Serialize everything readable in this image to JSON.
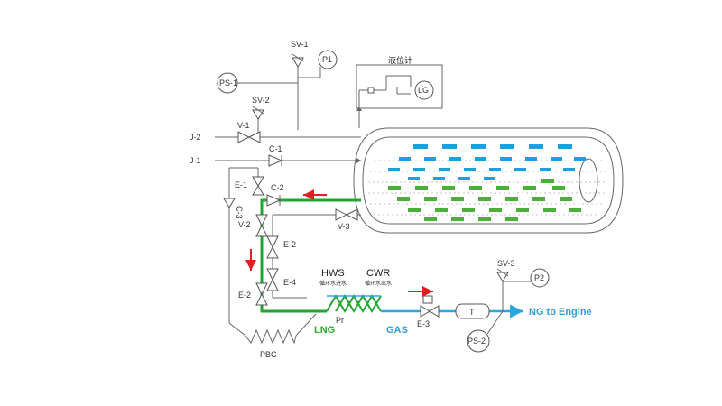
{
  "labels": {
    "sv1": "SV-1",
    "p1": "P1",
    "ps1": "PS-1",
    "level_gauge_cn": "液位计",
    "lg": "LG",
    "sv2": "SV-2",
    "j2": "J-2",
    "j1": "J-1",
    "v1": "V-1",
    "c1": "C-1",
    "e1": "E-1",
    "c2": "C-2",
    "c3": "C-3",
    "v2": "V-2",
    "v3": "V-3",
    "e2a": "E-2",
    "e4": "E-4",
    "e2b": "E-2",
    "hws": "HWS",
    "hws_cn": "循环水进水",
    "cwr": "CWR",
    "cwr_cn": "循环水出水",
    "pr": "Pr",
    "lng": "LNG",
    "gas": "GAS",
    "e3": "E-3",
    "t": "T",
    "ng_to_engine": "NG to Engine",
    "sv3": "SV-3",
    "p2": "P2",
    "ps2": "PS-2",
    "pbc": "PBC"
  },
  "colors": {
    "lng_green": "#22a533",
    "gas_blue": "#2aa6e0",
    "arrow_red": "#e02020",
    "liquid_blue": "#1ea0e0",
    "liquid_green": "#4caf3a"
  },
  "icons": [
    "safety-valve-icon",
    "pressure-gauge-icon",
    "manual-valve-icon",
    "check-valve-icon",
    "flow-arrow-icon",
    "heat-exchanger-icon"
  ]
}
